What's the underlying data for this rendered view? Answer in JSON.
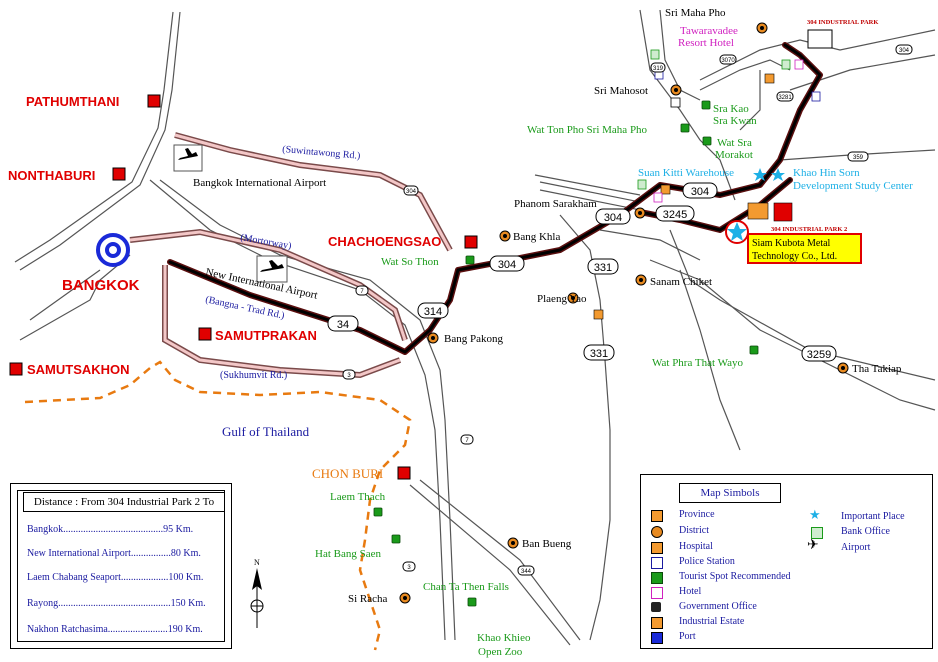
{
  "provinces": {
    "pathumthani": "PATHUMTHANI",
    "nonthaburi": "NONTHABURI",
    "bangkok": "BANGKOK",
    "samutsakhon": "SAMUTSAKHON",
    "samutprakan": "SAMUTPRAKAN",
    "chachoengsao": "CHACHOENGSAO",
    "chonburi": "CHON BURI"
  },
  "places": {
    "bangkok_airport": "Bangkok International Airport",
    "new_airport": "New International Airport",
    "suwintawong": "(Suwintawong Rd.)",
    "mortorway": "(Mortorway)",
    "bangna": "(Bangna - Trad Rd.)",
    "sukhumvit": "(Sukhumvit Rd.)",
    "gulf": "Gulf of Thailand",
    "bang_khla": "Bang Khla",
    "wat_so_thon": "Wat So Thon",
    "bang_pakong": "Bang Pakong",
    "phanom_sarakham": "Phanom Sarakham",
    "plaeng_yao": "Plaeng Yao",
    "sanam_chiket": "Sanam Chiket",
    "wat_phra_that_wayo": "Wat Phra That Wayo",
    "tha_takiap": "Tha Takiap",
    "sri_maha_pho": "Sri Maha Pho",
    "sri_mahosot": "Sri Mahosot",
    "tawaravadee_1": "Tawaravadee",
    "tawaravadee_2": "Resort Hotel",
    "sra_kao_1": "Sra Kao",
    "sra_kao_2": "Sra Kwan",
    "wat_ton_pho": "Wat Ton Pho Sri Maha Pho",
    "wat_sra_1": "Wat Sra",
    "wat_sra_2": "Morakot",
    "suan_kitti": "Suan Kitti Warehouse",
    "khao_hin_1": "Khao Hin Sorn",
    "khao_hin_2": "Development Study Center",
    "ip_304": "304 INDUSTRIAL PARK",
    "ip_304_2": "304 INDUSTRIAL PARK 2",
    "siam_1": "Siam Kubota Metal",
    "siam_2": "Technology Co., Ltd.",
    "laem_chabang_map": "Laem Thach",
    "hat_bang_saen": "Hat Bang Saen",
    "si_racha": "Si Racha",
    "chan_ta_then": "Chan Ta Then Falls",
    "khao_khieo_1": "Khao Khieo",
    "khao_khieo_2": "Open Zoo",
    "ban_bueng": "Ban Bueng",
    "north": "N"
  },
  "highways": {
    "h304a": "304",
    "h304b": "304",
    "h304c": "304",
    "h3245": "3245",
    "h331a": "331",
    "h331b": "331",
    "h314": "314",
    "h34": "34",
    "h3259": "3259",
    "h359": "359",
    "h7a": "7",
    "h7b": "7",
    "h3": "3",
    "h3b": "3",
    "h344": "344",
    "h3070": "3070",
    "h319": "319",
    "h3281": "3281"
  },
  "distance_box": {
    "title": "Distance : From 304 Industrial Park 2 To",
    "rows": [
      "Bangkok........................................95 Km.",
      "New International Airport................80 Km.",
      "Laem Chabang Seaport...................100 Km.",
      "Rayong.............................................150 Km.",
      "Nakhon Ratchasima........................190 Km."
    ]
  },
  "legend": {
    "title": "Map Simbols",
    "items": [
      "Province",
      "District",
      "Hospital",
      "Police Station",
      "Tourist Spot Recommended",
      "Hotel",
      "Government Office",
      "Industrial Estate",
      "Port"
    ],
    "items_right": [
      "Important Place",
      "Bank Office",
      "Airport"
    ]
  },
  "colors": {
    "province": "#e00000",
    "main_road": "#5a0f0f",
    "road_fill": "#f3c7c7",
    "tourist": "#1a9a1a",
    "place_blue": "#1a1aa0",
    "coast": "#e87a10",
    "important": "#1eb0e6",
    "hotel": "#d020c0"
  }
}
